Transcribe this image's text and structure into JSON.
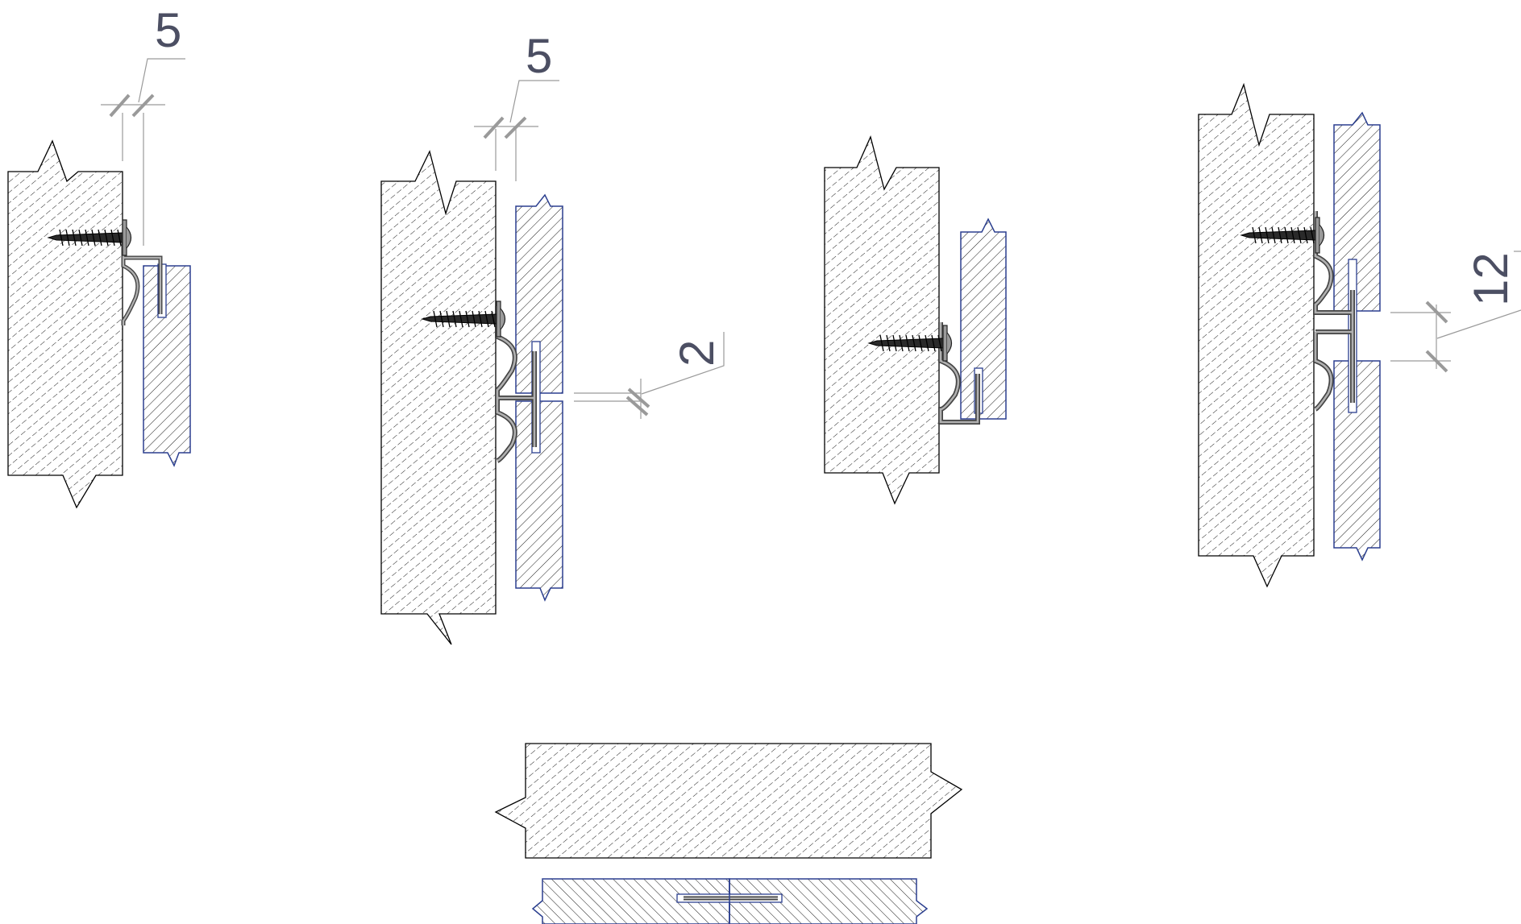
{
  "dimensions": {
    "detail1_gap": "5",
    "detail2_gap": "5",
    "detail2_joint": "2",
    "detail4_joint": "12"
  },
  "colors": {
    "background": "#ffffff",
    "outline": "#000000",
    "panel_outline": "#2b3f8f",
    "profile_fill": "#8a8a8a",
    "profile_stroke": "#333333",
    "screw_fill": "#2a2a2a",
    "dimension_line": "#9a9a9a",
    "dimension_text": "#4c4f63"
  },
  "icons": [
    "screw-icon",
    "aluminium-profile-icon",
    "break-line-icon"
  ]
}
